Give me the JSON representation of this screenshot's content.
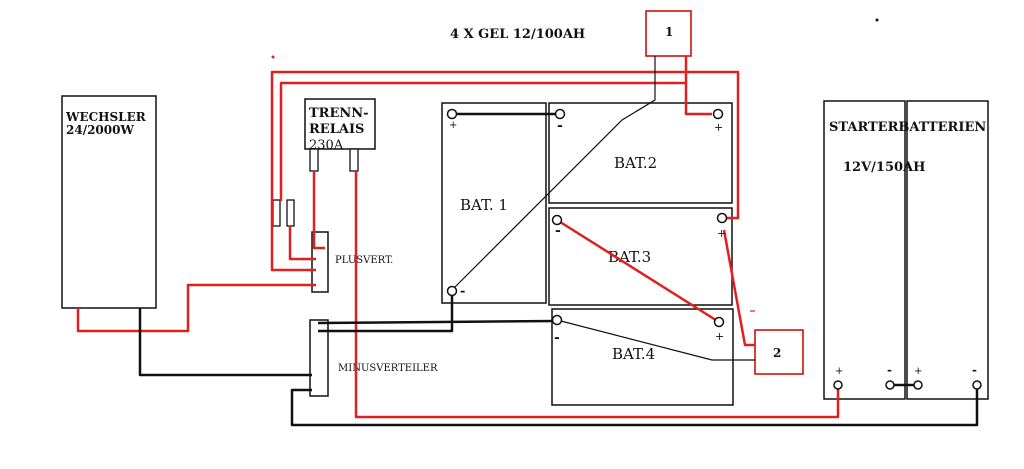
{
  "title": "4 X GEL 12/100AH",
  "wechsler": {
    "line1": "WECHSLER",
    "line2": "24/2000W"
  },
  "trennrelais": {
    "line1": "TRENN-",
    "line2": "RELAIS",
    "line3": "230A"
  },
  "plusverteiler": {
    "label": "PLUSVERT."
  },
  "minusverteiler": {
    "label": "MINUSVERTEILER"
  },
  "batteries": {
    "bat1": "BAT. 1",
    "bat2": "BAT.2",
    "bat3": "BAT.3",
    "bat4": "BAT.4"
  },
  "starter": {
    "line1": "STARTERBATTERIEN",
    "line2": "12V/150AH"
  },
  "markers": {
    "m1": "1",
    "m2": "2"
  },
  "terminal_symbols": {
    "plus": "+",
    "minus": "-"
  },
  "colors": {
    "positive_wire": "#e02020",
    "negative_wire": "#111111"
  }
}
